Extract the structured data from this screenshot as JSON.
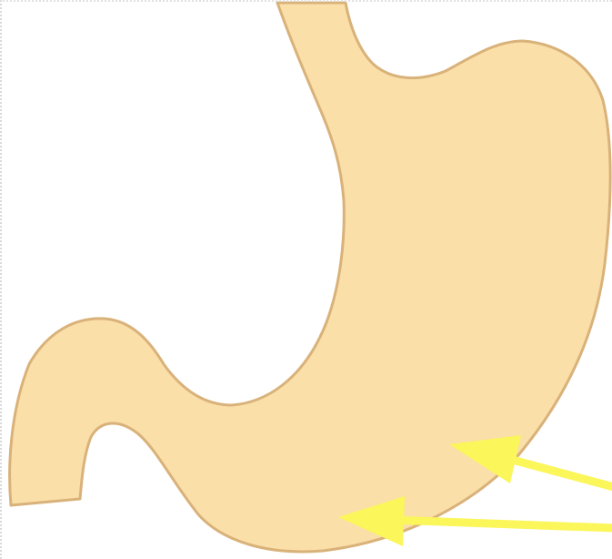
{
  "illustration": {
    "subject": "stomach",
    "colors": {
      "fill": "#fadfa8",
      "outline": "#d9b27a",
      "arrow": "#fbf65a",
      "background": "#ffffff"
    },
    "arrows": [
      {
        "name": "upper-arrow",
        "points_to": "greater-curvature"
      },
      {
        "name": "lower-arrow",
        "points_to": "antrum"
      }
    ]
  }
}
